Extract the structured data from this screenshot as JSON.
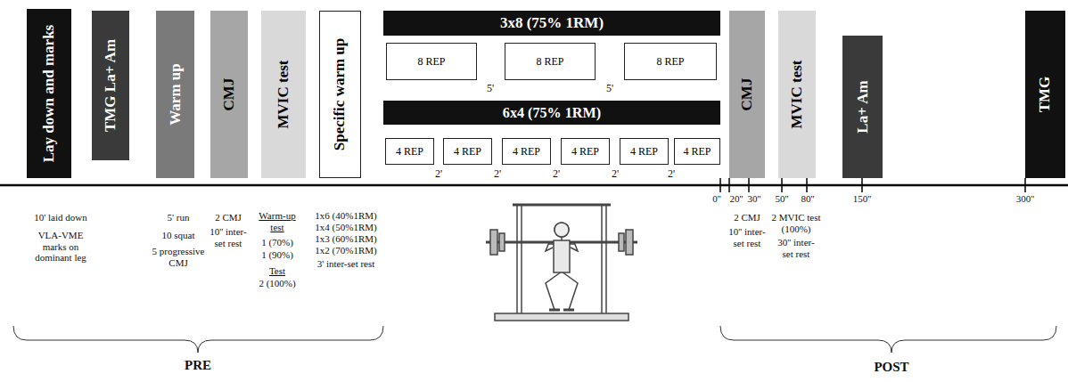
{
  "diagram": {
    "nodes": [
      {
        "text": [
          "Lay down and marks"
        ]
      },
      {
        "text": [
          "TMG La+ Am"
        ]
      },
      {
        "text": [
          "Warm up"
        ]
      },
      {
        "text": [
          "CMJ"
        ]
      },
      {
        "text": [
          "MVIC test"
        ]
      },
      {
        "text": [
          "Specific warm up"
        ]
      },
      {
        "text": [
          "3x8 (75% 1RM)"
        ]
      },
      {
        "text": [
          "8 REP"
        ]
      },
      {
        "text": [
          "8 REP"
        ]
      },
      {
        "text": [
          "8 REP"
        ]
      },
      {
        "text": [
          "6x4 (75% 1RM)"
        ]
      },
      {
        "text": [
          "4 REP"
        ]
      },
      {
        "text": [
          "4 REP"
        ]
      },
      {
        "text": [
          "4 REP"
        ]
      },
      {
        "text": [
          "4 REP"
        ]
      },
      {
        "text": [
          "4 REP"
        ]
      },
      {
        "text": [
          "4 REP"
        ]
      },
      {
        "text": [
          "CMJ"
        ]
      },
      {
        "text": [
          "MVIC test"
        ]
      },
      {
        "text": [
          "La+ Am"
        ]
      },
      {
        "text": [
          "TMG"
        ]
      }
    ],
    "labels": [
      "5'",
      "5'",
      "2'",
      "2'",
      "2'",
      "2'",
      "2'",
      "0''",
      "20''",
      "30''",
      "50''",
      "80''",
      "150''",
      "300''",
      "10' laid down",
      "VLA-VME marks on dominant leg",
      "5' run",
      "10 squat",
      "5 progressive CMJ",
      "2 CMJ",
      "10'' inter-set rest",
      "Warm-up test",
      "1 (70%)",
      "1 (90%)",
      "Test",
      "2 (100%)",
      "1x6 (40%1RM)",
      "1x4 (50%1RM)",
      "1x3 (60%1RM)",
      "1x2 (70%1RM)",
      "3' inter-set rest",
      "2 CMJ",
      "10'' inter-set rest",
      "2 MVIC test (100%)",
      "30'' inter-set rest",
      "PRE",
      "POST"
    ]
  }
}
